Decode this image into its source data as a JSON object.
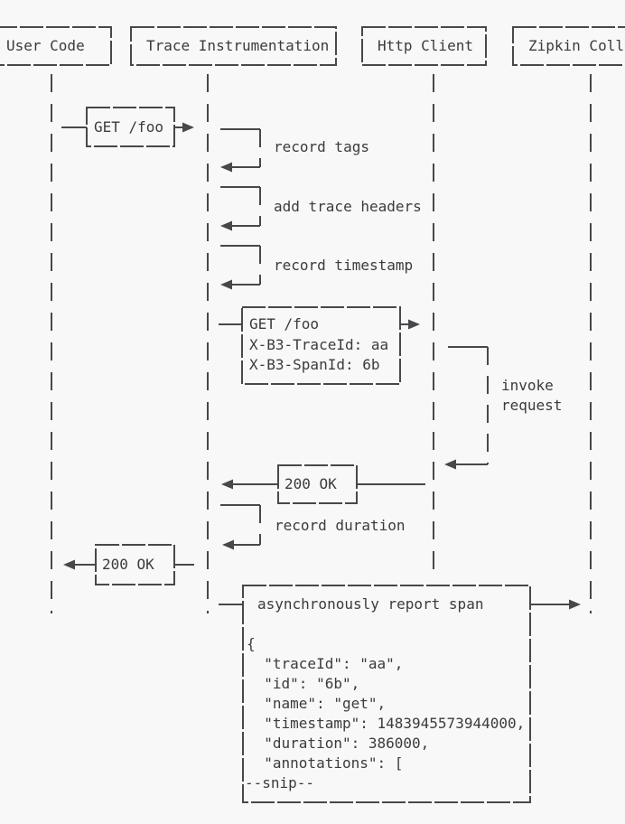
{
  "colors": {
    "background": "#f8f8f8",
    "line": "#48484b",
    "text": "#3b3b3d"
  },
  "participants": [
    {
      "label": "User Code"
    },
    {
      "label": "Trace Instrumentation"
    },
    {
      "label": "Http Client"
    },
    {
      "label": "Zipkin Collector"
    }
  ],
  "messages": {
    "get_foo_request": "GET /foo",
    "record_tags": "record tags",
    "add_trace_headers": "add trace headers",
    "record_timestamp": "record timestamp",
    "http_request": {
      "line1": "GET /foo",
      "line2": "X-B3-TraceId: aa",
      "line3": "X-B3-SpanId: 6b"
    },
    "invoke_request": {
      "line1": "invoke",
      "line2": "request"
    },
    "ok_to_instrumentation": "200 OK",
    "record_duration": "record duration",
    "ok_to_user": "200 OK",
    "report_span": {
      "title": "asynchronously report span",
      "payload": [
        "{",
        "  \"traceId\": \"aa\",",
        "  \"id\": \"6b\",",
        "  \"name\": \"get\",",
        "  \"timestamp\": 1483945573944000,",
        "  \"duration\": 386000,",
        "  \"annotations\": [",
        "--snip--"
      ]
    }
  }
}
